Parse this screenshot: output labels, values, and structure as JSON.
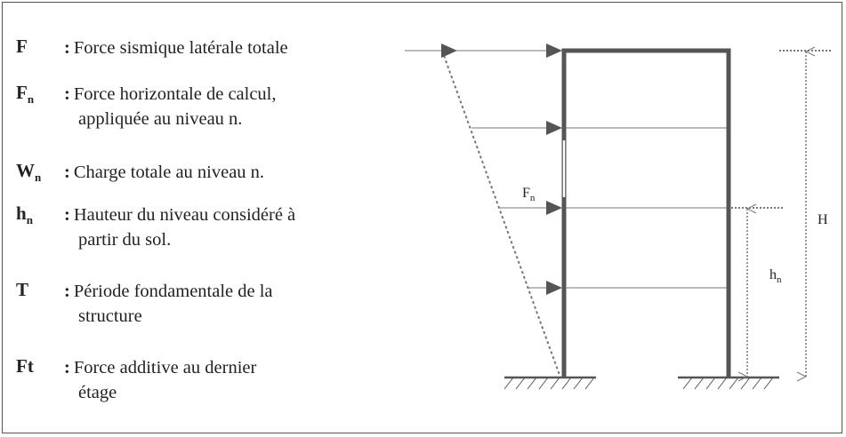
{
  "definitions": [
    {
      "symbol": "F",
      "sub": "",
      "line1": "Force sismique latérale totale",
      "line2": ""
    },
    {
      "symbol": "F",
      "sub": "n",
      "line1": "Force horizontale de calcul,",
      "line2": "appliquée au niveau n."
    },
    {
      "symbol": "W",
      "sub": "n",
      "line1": "Charge totale au niveau n.",
      "line2": ""
    },
    {
      "symbol": "h",
      "sub": "n",
      "line1": "Hauteur du niveau considéré à",
      "line2": "partir du sol."
    },
    {
      "symbol": "T",
      "sub": "",
      "line1": "Période fondamentale de la",
      "line2": "structure"
    },
    {
      "symbol": "Ft",
      "sub": "",
      "line1": "Force additive au dernier",
      "line2": "étage"
    }
  ],
  "colon": ":",
  "diagram": {
    "label_fn": "F",
    "label_fn_sub": "n",
    "label_h": "H",
    "label_hn": "h",
    "label_hn_sub": "n"
  },
  "colors": {
    "structure": "#555555",
    "lines": "#777777",
    "text": "#222222"
  }
}
